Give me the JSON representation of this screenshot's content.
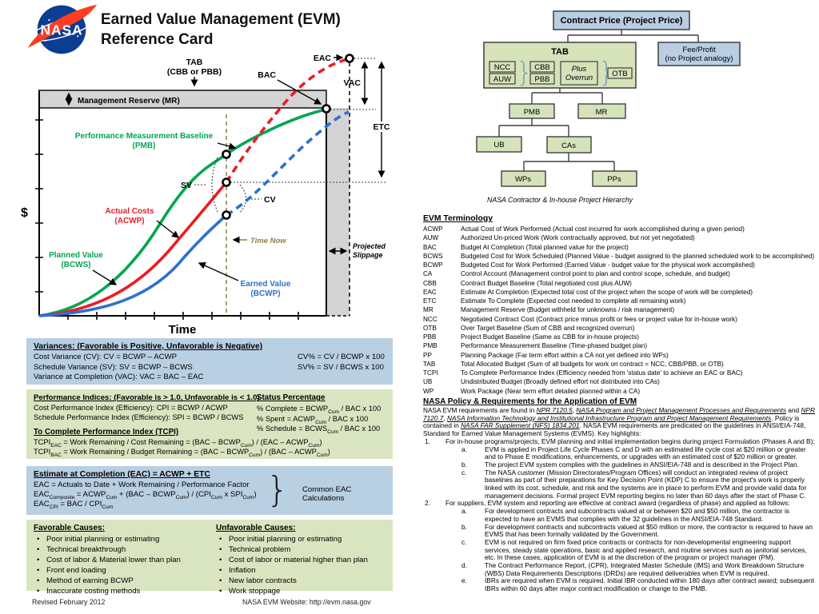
{
  "header": {
    "title_line1": "Earned Value Management (EVM)",
    "title_line2": "Reference Card",
    "logo_text": "NASA"
  },
  "glyphs": {
    "brace": "}"
  },
  "colors": {
    "curve_green": "#00a651",
    "curve_red": "#ec1c24",
    "curve_blue": "#2e6fd2",
    "time_now_olive": "#8f8040",
    "box_blue": "#b9cfe2",
    "box_green": "#d9e5c0",
    "hier_green": "#d6e2ba",
    "hier_blue": "#b9cde3",
    "band_gray": "#d4d4d4",
    "nasa_blue": "#0b3d91",
    "nasa_red": "#fc3d21"
  },
  "chart": {
    "tab1": "TAB",
    "tab2": "(CBB or PBB)",
    "mr_band": "Management Reserve (MR)",
    "eac": "EAC",
    "bac": "BAC",
    "vac": "VAC",
    "etc": "ETC",
    "sv": "SV",
    "cv": "CV",
    "pmb1": "Performance Measurement Baseline",
    "pmb2": "(PMB)",
    "acwp1": "Actual Costs",
    "acwp2": "(ACWP)",
    "bcws1": "Planned Value",
    "bcws2": "(BCWS)",
    "bcwp1": "Earned Value",
    "bcwp2": "(BCWP)",
    "time_now": "Time Now",
    "slip1": "Projected",
    "slip2": "Slippage",
    "dollar": "$",
    "time_axis": "Time"
  },
  "hierarchy": {
    "contract": "Contract Price (Project Price)",
    "fee1": "Fee/Profit",
    "fee2": "(no Project analogy)",
    "tab": "TAB",
    "ncc": "NCC",
    "auw": "AUW",
    "cbb": "CBB",
    "pbb": "PBB",
    "plus1": "Plus",
    "plus2": "Overrun",
    "otb": "OTB",
    "pmb": "PMB",
    "mr": "MR",
    "ub": "UB",
    "cas": "CAs",
    "wps": "WPs",
    "pps": "PPs",
    "caption": "NASA Contractor & In-house Project Hierarchy"
  },
  "terminology": {
    "heading": "EVM Terminology",
    "items": [
      {
        "abbr": "ACWP",
        "def": "Actual Cost of Work Performed (Actual cost incurred for work accomplished during a given period)"
      },
      {
        "abbr": "AUW",
        "def": "Authorized Un-priced Work (Work contractually approved, but not yet negotiated)"
      },
      {
        "abbr": "BAC",
        "def": "Budget At Completion (Total planned value for the project)"
      },
      {
        "abbr": "BCWS",
        "def": "Budgeted Cost for Work Scheduled (Planned Value - budget assigned to the planned scheduled work to be accomplished)"
      },
      {
        "abbr": "BCWP",
        "def": "Budgeted Cost for Work Performed (Earned Value - budget value for the physical work accomplished)"
      },
      {
        "abbr": "CA",
        "def": "Control Account (Management control point to plan and control scope, schedule, and budget)"
      },
      {
        "abbr": "CBB",
        "def": "Contract Budget Baseline (Total  negotiated cost plus AUW)"
      },
      {
        "abbr": "EAC",
        "def": "Estimate At Completion (Expected total cost of the project when the scope of work will be completed)"
      },
      {
        "abbr": "ETC",
        "def": "Estimate To Complete (Expected cost needed to complete all remaining work)"
      },
      {
        "abbr": "MR",
        "def": "Management Reserve (Budget withheld for unknowns / risk management)"
      },
      {
        "abbr": "NCC",
        "def": "Negotiated Contract Cost (Contract price minus profit or fees or project value for in-house work)"
      },
      {
        "abbr": "OTB",
        "def": "Over Target Baseline (Sum of CBB and recognized overrun)"
      },
      {
        "abbr": "PBB",
        "def": "Project Budget Baseline (Same as CBB for in-house projects)"
      },
      {
        "abbr": "PMB",
        "def": "Performance Measurement Baseline (Time-phased budget plan)"
      },
      {
        "abbr": "PP",
        "def": "Planning Package (Far term effort within a CA not yet defined into WPs)"
      },
      {
        "abbr": "TAB",
        "def": "Total Allocated Budget (Sum of all budgets for work on contract = NCC, CBB/PBB, or OTB)"
      },
      {
        "abbr": "TCPI",
        "def": "To Complete Performance Index (Efficiency needed from 'status date' to achieve an EAC or BAC)"
      },
      {
        "abbr": "UB",
        "def": "Undistributed Budget (Broadly defined effort not distributed into CAs)"
      },
      {
        "abbr": "WP",
        "def": "Work Package (Near term effort detailed planned within a CA)"
      }
    ]
  },
  "policy": {
    "heading": "NASA Policy & Requirements for the Application of EVM",
    "intro": "NASA EVM requirements are found in [[NPR 7120.5]], [[NASA Program and Project Management Processes and Requirements]] and [[NPR 7120.7]], [[NASA Information Technology and Institutional Infrastructure Program and Project Management Requirements]].  Policy is contained in [[NASA FAR Supplement (NFS) 1834.201]].  NASA EVM requirements are predicated on the guidelines in ANSI/EIA-748, Standard for Earned Value Management Systems (EVMS).   Key highlights:",
    "items": [
      {
        "m": "1.",
        "lvl": "lvl1",
        "t": "For in-house programs/projects, EVM planning and initial implementation begins during project Formulation (Phases A and B):"
      },
      {
        "m": "a.",
        "lvl": "lvl2",
        "t": "EVM is applied in Project Life Cycle Phases C and D with an estimated life cycle cost at $20 million or greater and to Phase E modifications, enhancements, or upgrades with an estimated cost  of  $20 million or greater."
      },
      {
        "m": "b.",
        "lvl": "lvl2",
        "t": "The project EVM system complies with the guidelines  in ANSI/EIA-748 and is described in the Project Plan."
      },
      {
        "m": "c.",
        "lvl": "lvl2",
        "t": "The NASA customer (Mission Directorates/Program Offices) will conduct an integrated review of project baselines as part of their preparations for Key Decision Point (KDP) C to ensure the project's work is properly linked with its cost, schedule, and risk and the systems are in place to perform EVM and provide valid data for management decisions.  Formal project EVM reporting begins no later than 60 days after the start of Phase C."
      },
      {
        "m": "2.",
        "lvl": "lvl1",
        "t": "For suppliers, EVM system and reporting are effective at contract award (regardless of phase) and applied as follows:"
      },
      {
        "m": "a.",
        "lvl": "lvl2",
        "t": "For development contracts and subcontracts valued at or between $20 and $50 million, the contractor is expected to have an EVMS that complies with the 32 guidelines in the ANSI/EIA-748 Standard."
      },
      {
        "m": "b.",
        "lvl": "lvl2",
        "t": "For development contracts and subcontracts valued at $50 million or more, the contractor is required to have an EVMS that has been formally validated by the Government."
      },
      {
        "m": "c.",
        "lvl": "lvl2",
        "t": "EVM is not required on firm fixed price contracts or contracts for non-developmental engineering support services, steady state operations, basic and applied research, and routine services such as janitorial services, etc.  In these cases, application of EVM is at the discretion of the program or project manager (PM)."
      },
      {
        "m": "d.",
        "lvl": "lvl2",
        "t": "The Contract Performance Report, (CPR), Integrated Master Schedule (IMS) and Work Breakdown Structure (WBS) Data Requirements Descriptions (DRDs) are required deliverables when EVM is required."
      },
      {
        "m": "e.",
        "lvl": "lvl2",
        "t": "IBRs are required when EVM is required.  Initial IBR conducted within 180 days after contract award; subsequent  IBRs within 60 days after major contract modification or change to the PMB."
      }
    ]
  },
  "variances": {
    "heading": "Variances:  (Favorable is Positive, Unfavorable is Negative)",
    "rows": [
      {
        "l": "Cost Variance (CV):  CV = BCWP – ACWP",
        "r": "CV% = CV / BCWP x 100"
      },
      {
        "l": "Schedule Variance (SV):  SV = BCWP – BCWS",
        "r": "SV% = SV / BCWS x 100"
      },
      {
        "l": "Variance at Completion (VAC):  VAC = BAC – EAC",
        "r": ""
      }
    ]
  },
  "performance": {
    "heading": "Performance Indices: (Favorable is > 1.0, Unfavorable is < 1.0)",
    "cpi": "Cost Performance Index (Efficiency):  CPI =  BCWP / ACWP",
    "spi": "Schedule Performance Index (Efficiency):  SPI =  BCWP / BCWS",
    "tcpi_heading": "To Complete Performance Index (TCPI)",
    "tcpi_eac": "TCPI_{EAC} = Work Remaining / Cost Remaining = (BAC – BCWP_{Cum}) / (EAC – ACWP_{Cum})",
    "tcpi_bac": "TCPI_{BAC} = Work Remaining / Budget Remaining = (BAC – BCWP_{Cum}) / (BAC – ACWP_{Cum})",
    "status_heading": "Status Percentage",
    "pct_complete": "% Complete = BCWP_{Cum} / BAC x 100",
    "pct_spent": "% Spent = ACWP_{Cum} / BAC x 100",
    "pct_schedule": "% Schedule = BCWS_{Cum} / BAC x 100"
  },
  "eac_box": {
    "heading": "Estimate at Completion (EAC)  = ACWP + ETC",
    "l1": "EAC = Actuals to Date + Work Remaining / Performance Factor",
    "l2": "EAC_{Composite} = ACWP_{Cum} + (BAC – BCWP_{Cum}) / (CPI_{Cum} x SPI_{Cum})",
    "l3": "EAC_{CPI} = BAC / CPI_{Cum}",
    "brace_label": "Common EAC Calculations"
  },
  "causes": {
    "favorable_heading": "Favorable Causes:",
    "favorable": [
      "Poor initial planning or estimating",
      "Technical breakthrough",
      "Cost of labor & Material lower than plan",
      "Front end loading",
      "Method of earning BCWP",
      "Inaccurate costing methods"
    ],
    "unfavorable_heading": "Unfavorable Causes:",
    "unfavorable": [
      "Poor initial planning or estimating",
      "Technical problem",
      "Cost of labor or material higher than plan",
      "Inflation",
      "New labor contracts",
      "Work stoppage"
    ]
  },
  "footer": {
    "revised": "Revised February 2012",
    "website": "NASA EVM Website: http://evm.nasa.gov"
  }
}
